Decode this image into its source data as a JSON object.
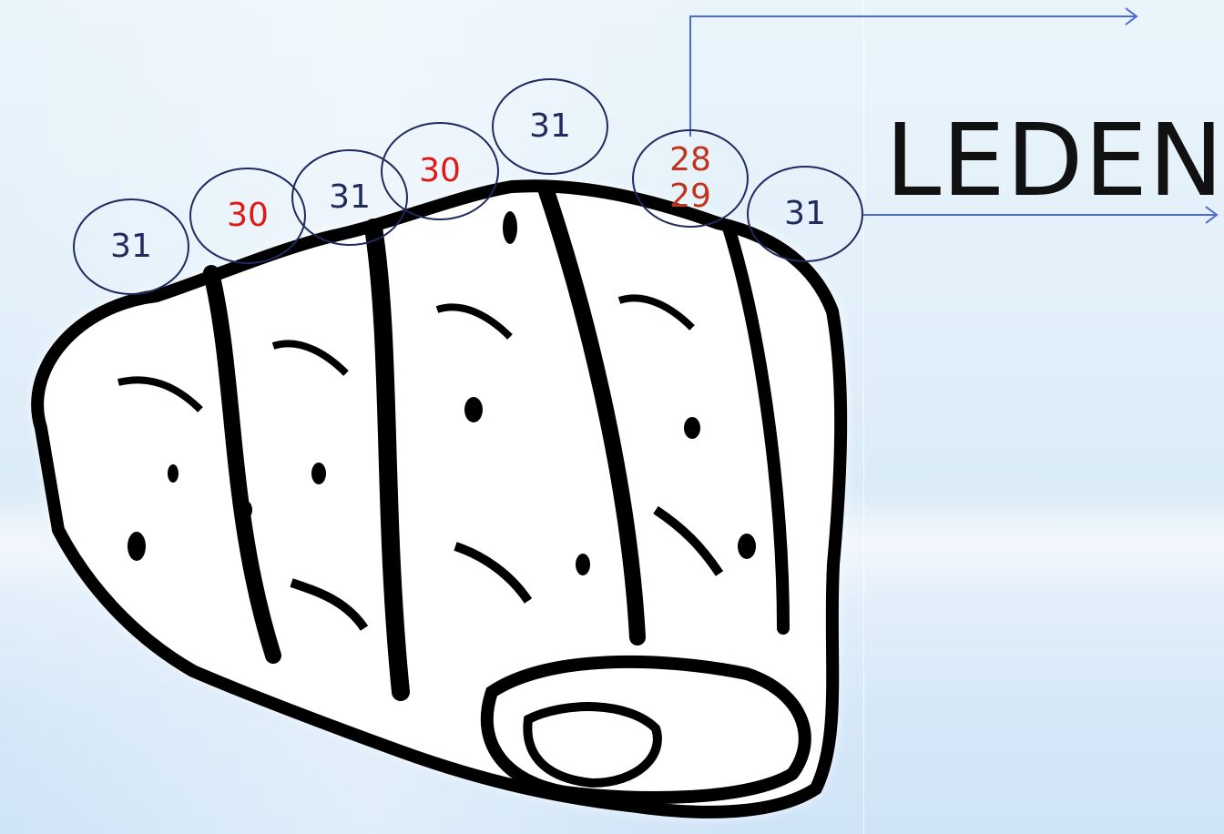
{
  "title": "LEDEN",
  "colors": {
    "badge_border": "#1f2a5e",
    "text_dark": "#1f2a5e",
    "text_red": "#e01818",
    "text_rust": "#c0331c",
    "connector": "#4a6bd6"
  },
  "knuckle_badges": [
    {
      "label": "31",
      "color": "#1f2a5e"
    },
    {
      "label": "30",
      "color": "#e01818"
    },
    {
      "label": "31",
      "color": "#1f2a5e"
    },
    {
      "label": "30",
      "color": "#e01818"
    },
    {
      "label": "31",
      "color": "#1f2a5e"
    },
    {
      "label": "28\n29",
      "color": "#c0331c"
    },
    {
      "label": "31",
      "color": "#1f2a5e"
    }
  ],
  "image": {
    "subject": "fist-illustration"
  }
}
